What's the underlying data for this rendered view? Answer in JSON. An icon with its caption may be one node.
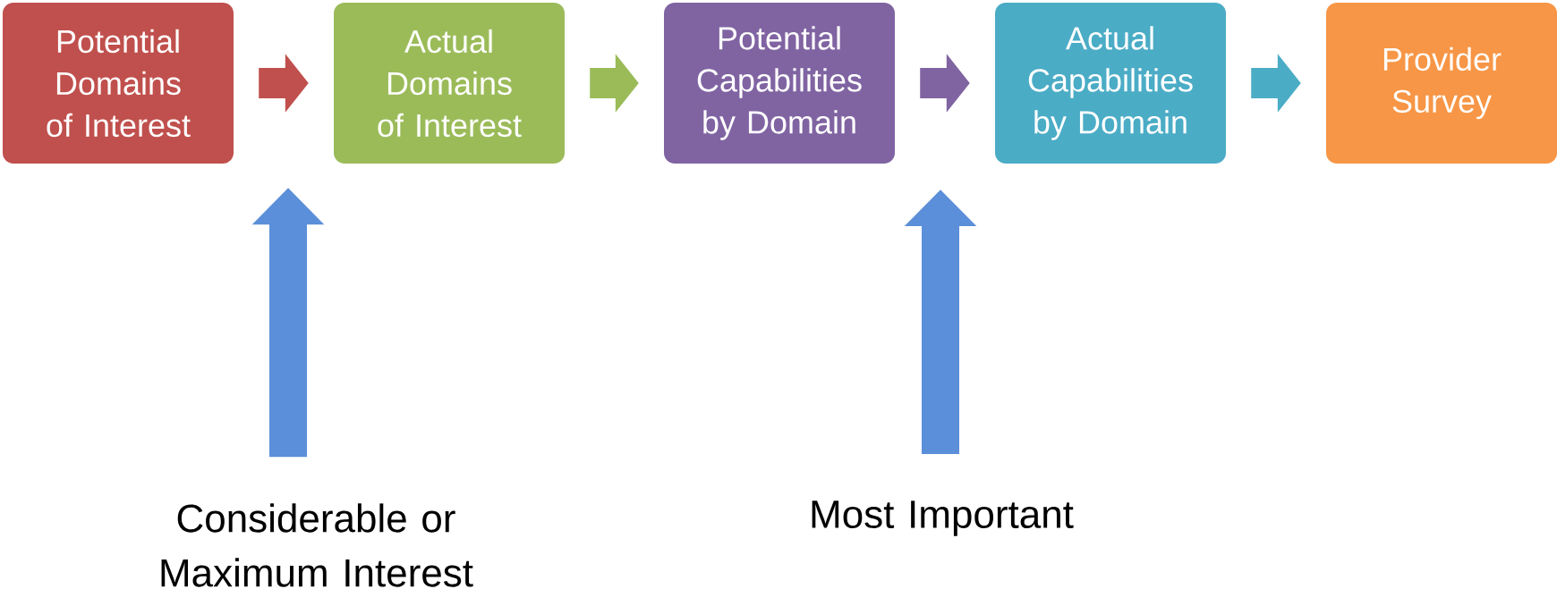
{
  "diagram": {
    "nodes": [
      {
        "text": [
          "Potential Domains of Interest"
        ]
      },
      {
        "text": [
          "Actual Domains of Interest"
        ]
      },
      {
        "text": [
          "Potential Capabilities by Domain"
        ]
      },
      {
        "text": [
          "Actual Capabilities by Domain"
        ]
      },
      {
        "text": [
          "Provider Survey"
        ]
      },
      {
        "text": [
          "Considerable or Maximum Interest"
        ]
      },
      {
        "text": [
          "Most Important"
        ]
      }
    ],
    "edges": [
      {
        "from": 0,
        "to": 1,
        "arrow": "to",
        "color": "#c0504d"
      },
      {
        "from": 1,
        "to": 2,
        "arrow": "to",
        "color": "#9bbb59"
      },
      {
        "from": 2,
        "to": 3,
        "arrow": "to",
        "color": "#8064a2"
      },
      {
        "from": 3,
        "to": 4,
        "arrow": "to",
        "color": "#4bacc6"
      },
      {
        "from": 5,
        "to": null,
        "arrow": "to",
        "color": "#5b8fd9"
      },
      {
        "from": 6,
        "to": null,
        "arrow": "to",
        "color": "#5b8fd9"
      }
    ]
  }
}
